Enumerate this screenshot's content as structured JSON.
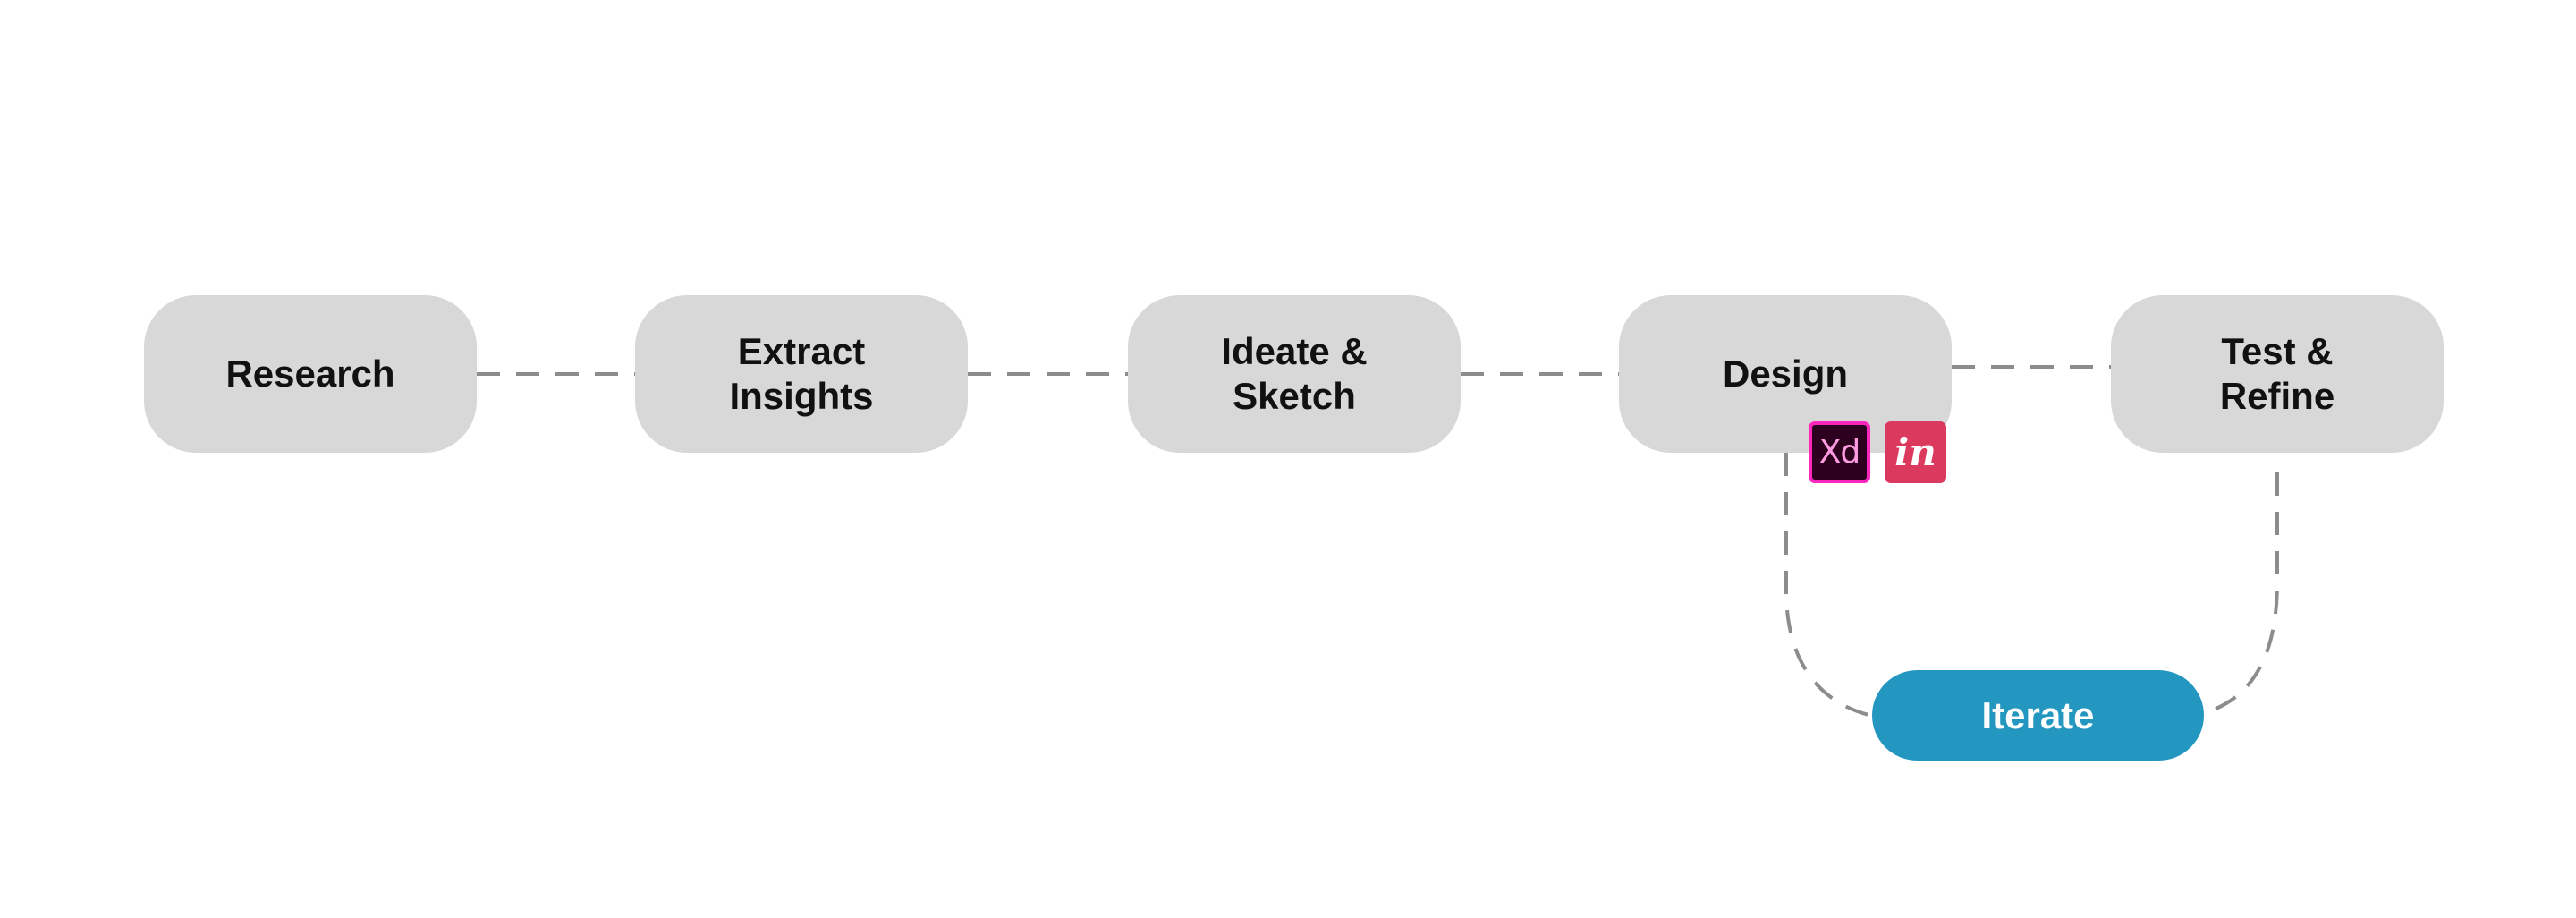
{
  "diagram": {
    "steps": [
      {
        "label": "Research"
      },
      {
        "label": "Extract\nInsights"
      },
      {
        "label": "Ideate &\nSketch"
      },
      {
        "label": "Design"
      },
      {
        "label": "Test &\nRefine"
      }
    ],
    "loop": {
      "label": "Iterate"
    },
    "tools": [
      {
        "label": "Xd",
        "icon": "adobe-xd-icon"
      },
      {
        "label": "in",
        "icon": "invision-icon"
      }
    ],
    "colors": {
      "step_fill": "#d8d8d8",
      "loop_fill": "#2497c0",
      "connector": "#8c8c8c",
      "xd_background": "#2e001f",
      "xd_accent": "#ff26be",
      "invision_background": "#dc395f"
    }
  }
}
